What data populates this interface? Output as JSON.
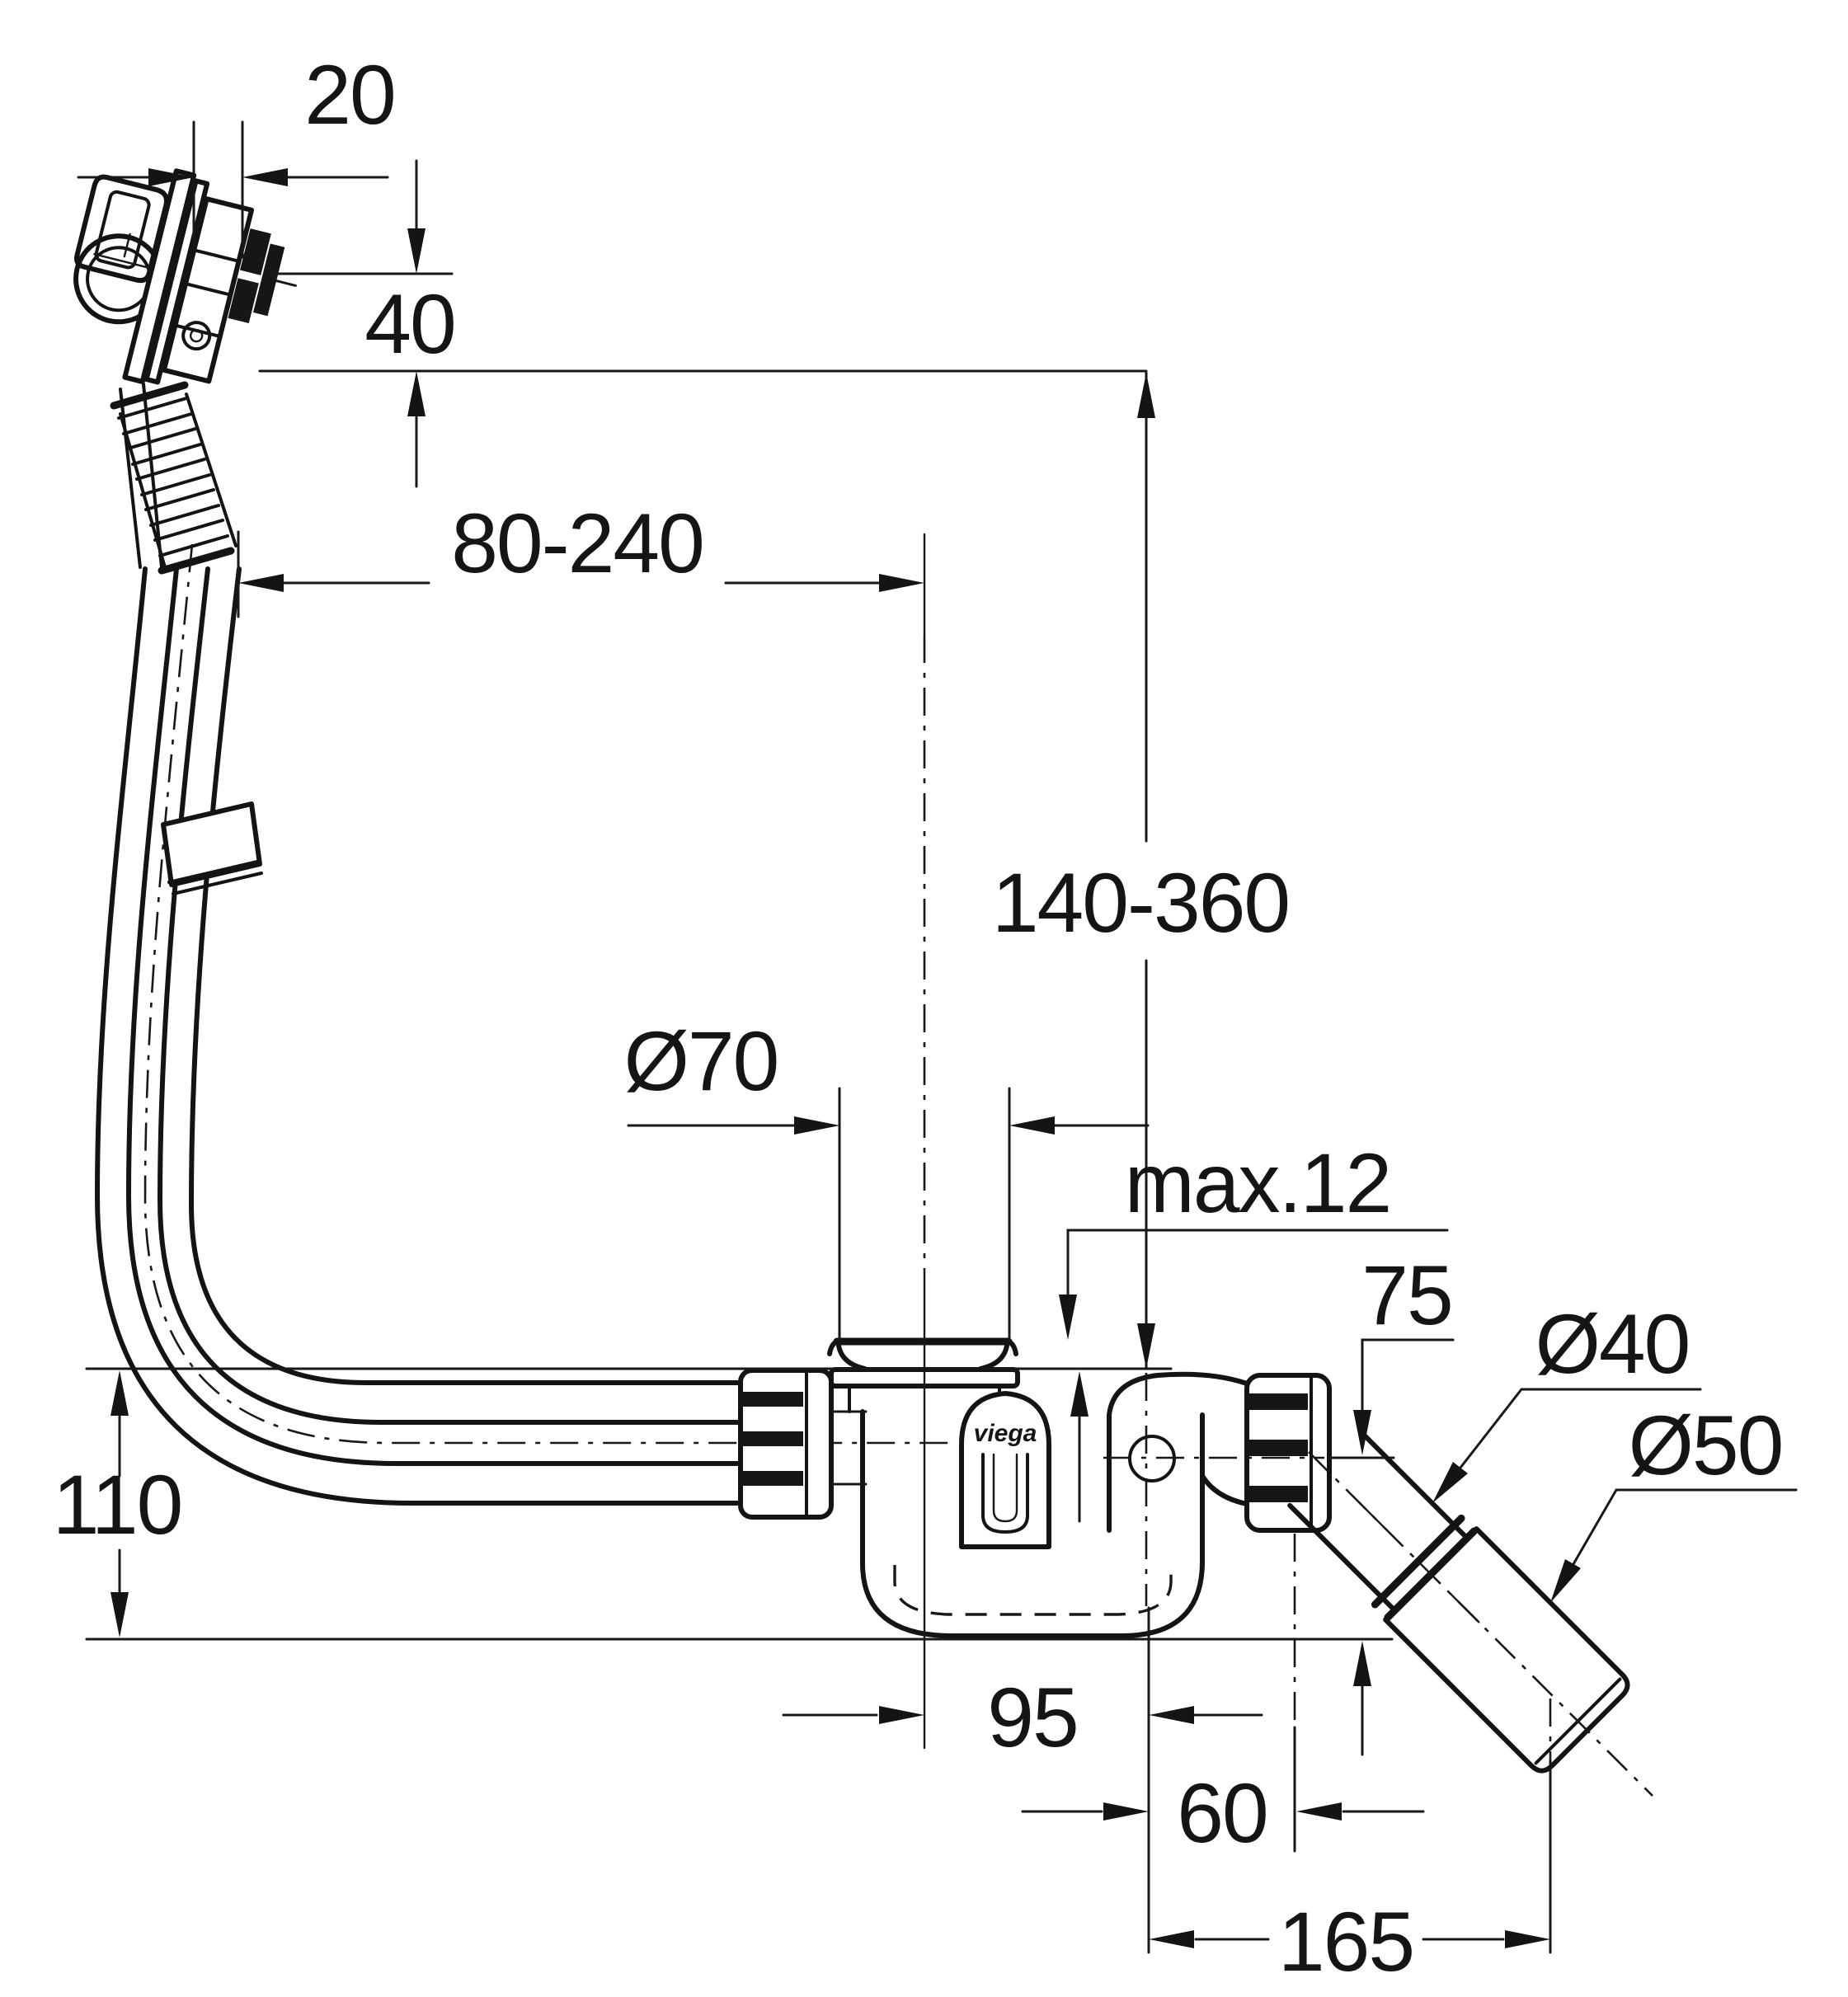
{
  "drawing": {
    "type": "technical-installation-diagram",
    "product": "bath waste and overflow filler set with trap",
    "units": "mm",
    "dimensions": {
      "overflow_depth": "20",
      "overflow_height": "40",
      "overflow_to_waste_horizontal": "80-240",
      "overflow_to_waste_vertical": "140-360",
      "waste_flange_diameter": "Ø70",
      "max_rim_thickness": "max.12",
      "outlet_centre_height": "75",
      "outlet_pipe_diameter": "Ø40",
      "outlet_sleeve_diameter": "Ø50",
      "trap_height": "110",
      "waste_to_elbow_offset": "95",
      "elbow_to_outlet_offset": "60",
      "outlet_reach": "165"
    },
    "brand_label": "viega",
    "line_color": "#151515",
    "background_color": "#ffffff"
  }
}
